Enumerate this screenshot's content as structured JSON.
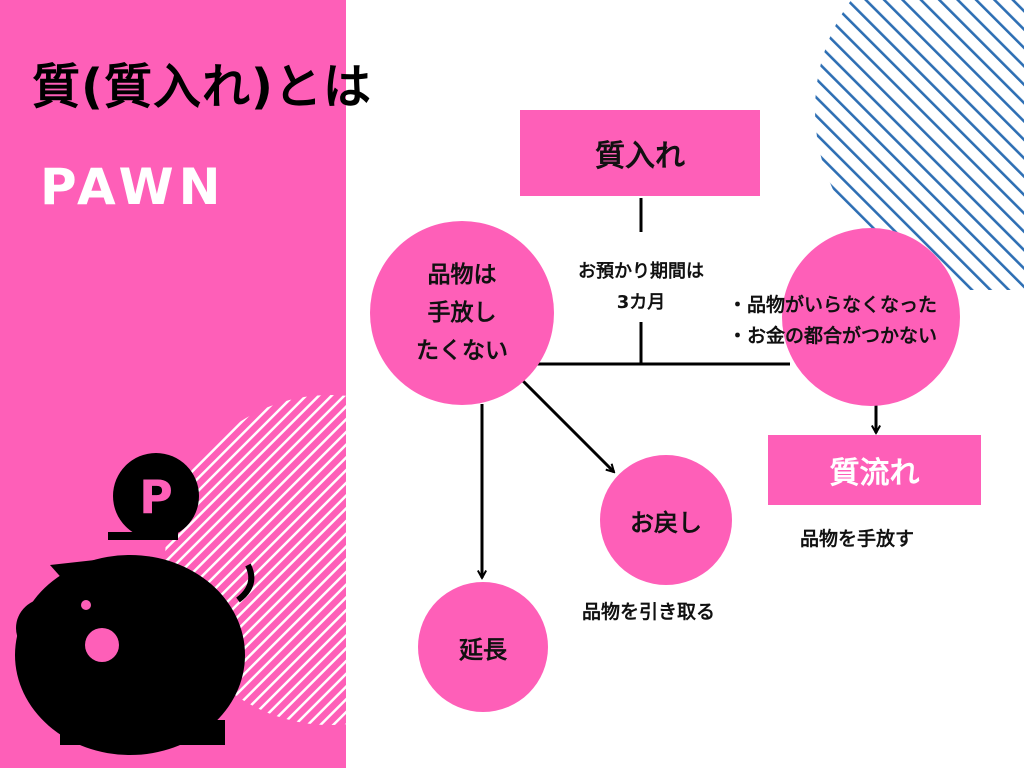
{
  "title": "質(質入れ)とは",
  "subtitle": "PAWN",
  "colors": {
    "accent_pink": "#fe5fb8",
    "stripe_blue": "#2e6fb4",
    "text": "#111111",
    "white": "#ffffff"
  },
  "icons": {
    "piggy_bank": "piggy-bank-icon",
    "coin": "p-coin-icon"
  },
  "coin_letter": "P",
  "diagram": {
    "pawn_box": "質入れ",
    "period_label": [
      "お預かり期間は",
      "3カ月"
    ],
    "keep_circle": [
      "品物は",
      "手放し",
      "たくない"
    ],
    "reasons": [
      "・品物がいらなくなった",
      "・お金の都合がつかない"
    ],
    "forfeit_box": "質流れ",
    "forfeit_caption": "品物を手放す",
    "redeem_circle": "お戻し",
    "redeem_caption": "品物を引き取る",
    "extend_circle": "延長"
  }
}
